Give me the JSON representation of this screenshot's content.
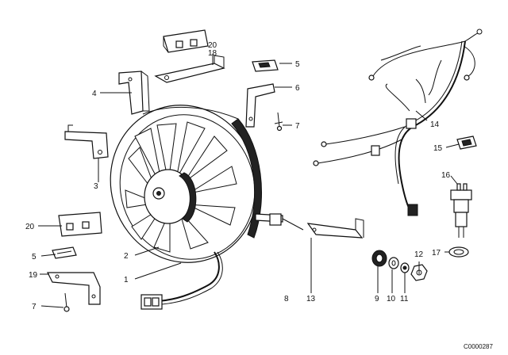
{
  "callouts": [
    "1",
    "2",
    "3",
    "4",
    "5",
    "6",
    "7",
    "8",
    "9",
    "10",
    "11",
    "12",
    "13",
    "14",
    "15",
    "16",
    "17",
    "18",
    "19",
    "20"
  ],
  "extra_labels": [
    "20",
    "5",
    "7"
  ],
  "diagram_code": "C0000287"
}
